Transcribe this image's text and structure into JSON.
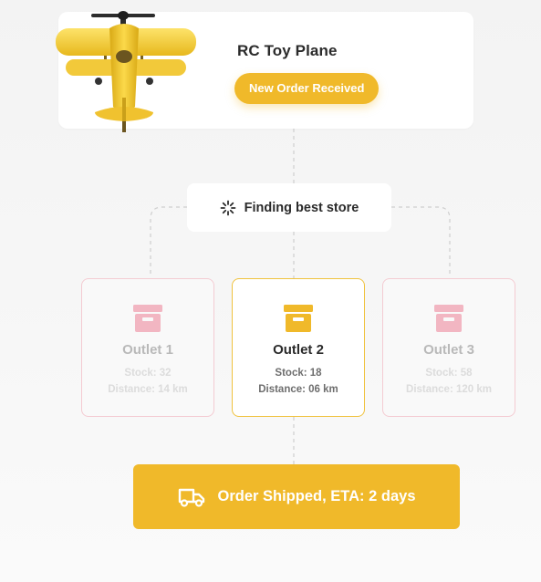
{
  "product": {
    "title": "RC Toy Plane",
    "status_badge": "New Order Received",
    "image_icon": "toy-biplane-image"
  },
  "finding": {
    "label": "Finding best store",
    "icon": "spinner-icon"
  },
  "outlets": [
    {
      "name": "Outlet 1",
      "stock": "Stock: 32",
      "distance": "Distance: 14 km",
      "selected": false
    },
    {
      "name": "Outlet 2",
      "stock": "Stock: 18",
      "distance": "Distance: 06 km",
      "selected": true
    },
    {
      "name": "Outlet 3",
      "stock": "Stock: 58",
      "distance": "Distance: 120 km",
      "selected": false
    }
  ],
  "shipped": {
    "label": "Order Shipped, ETA: 2 days",
    "icon": "truck-icon"
  },
  "colors": {
    "accent": "#f0b92a",
    "inactive_border": "#f4cbd2",
    "inactive_icon": "#f2b6c2",
    "text_dark": "#2b2b2b"
  }
}
